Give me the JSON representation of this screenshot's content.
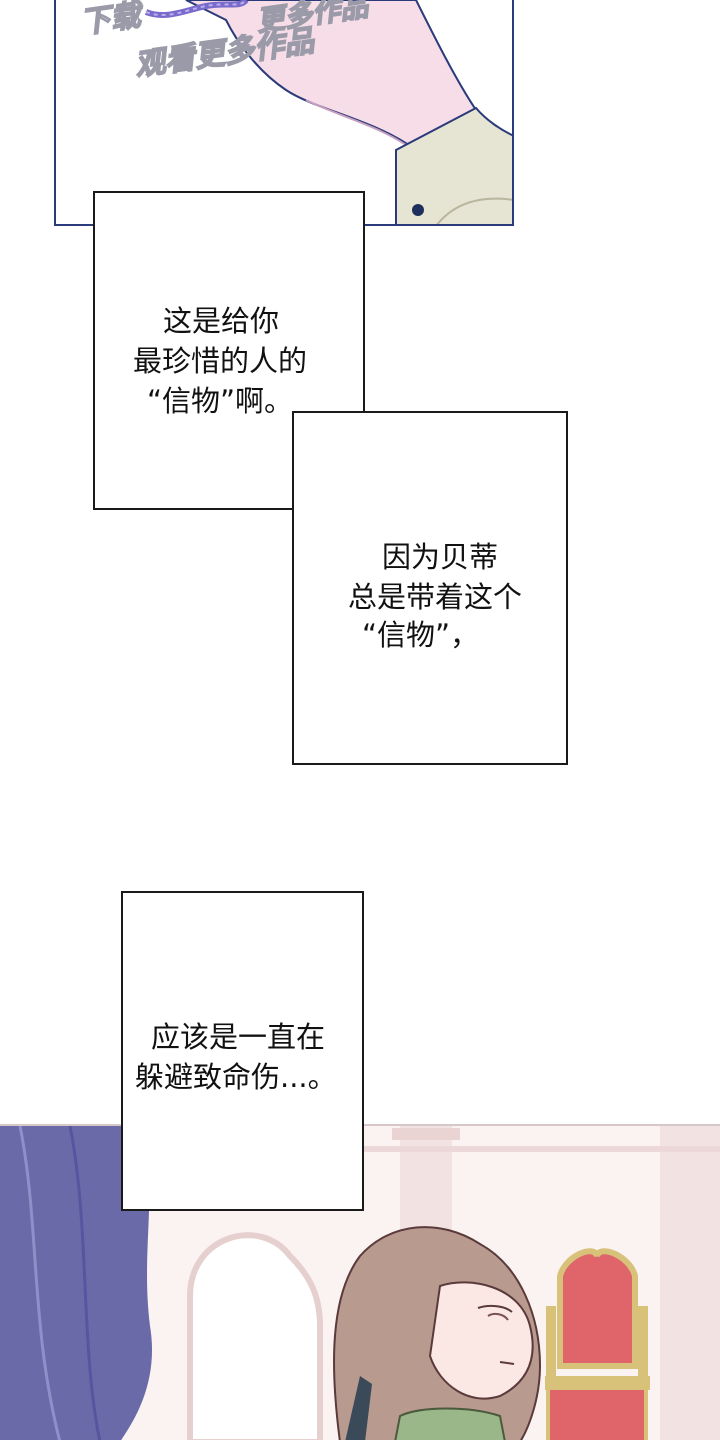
{
  "watermark": {
    "line1": "下载",
    "line2": "更多作品",
    "line3": "观看更多作品"
  },
  "captions": {
    "first": [
      "这是给你",
      "最珍惜的人的",
      "“信物”啊。"
    ],
    "second": [
      "因为贝蒂",
      "总是带着这个",
      "“信物”，"
    ],
    "third": [
      "应该是一直在",
      "躲避致命伤...。"
    ]
  },
  "colors": {
    "skin": "#f6dde8",
    "sleeve": "#e6e4d2",
    "button": "#1f2f5c",
    "outline": "#2a3a7a",
    "curtain": "#6a6aa8",
    "hair": "#b99a8f",
    "chair_red": "#e0656a",
    "chair_gold": "#d8c27a",
    "robe": "#9ab78a"
  }
}
